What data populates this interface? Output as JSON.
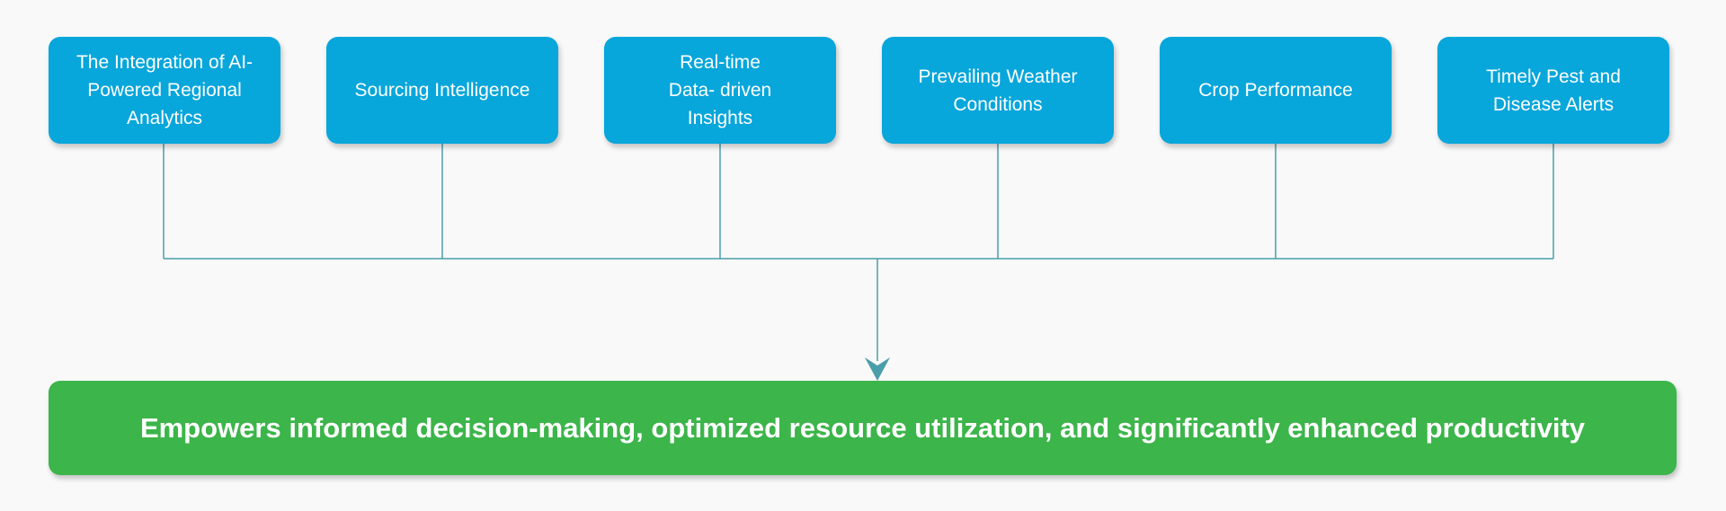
{
  "sources": [
    {
      "id": "ai-regional-analytics",
      "label": "The Integration of AI-\nPowered Regional\nAnalytics"
    },
    {
      "id": "sourcing-intelligence",
      "label": "Sourcing Intelligence"
    },
    {
      "id": "real-time-insights",
      "label": "Real-time\nData- driven\nInsights"
    },
    {
      "id": "weather-conditions",
      "label": "Prevailing Weather\nConditions"
    },
    {
      "id": "crop-performance",
      "label": "Crop Performance"
    },
    {
      "id": "pest-disease-alerts",
      "label": "Timely Pest and\nDisease Alerts"
    }
  ],
  "outcome": {
    "label": "Empowers informed decision-making, optimized resource utilization, and significantly enhanced productivity"
  },
  "colors": {
    "source_fill": "#07a6db",
    "outcome_fill": "#3cb54a",
    "connector": "#4a9ea9",
    "text": "#ffffff"
  }
}
